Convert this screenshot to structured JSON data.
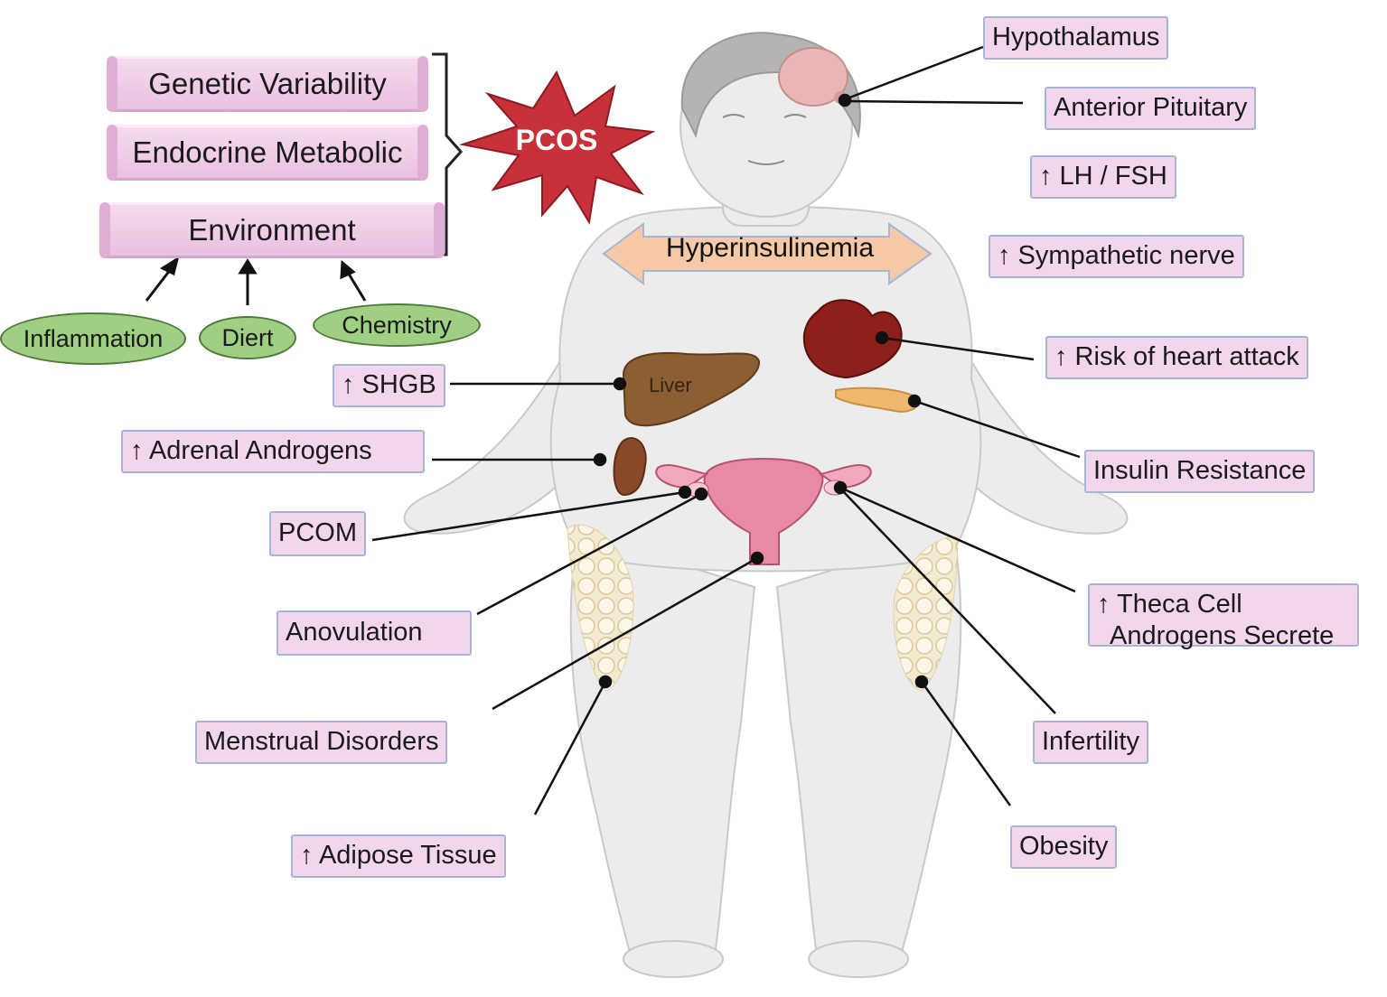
{
  "factors": {
    "genetic": "Genetic Variability",
    "endocrine": "Endocrine Metabolic",
    "environment": "Environment",
    "center": "PCOS"
  },
  "influences": {
    "inflammation": "Inflammation",
    "diet": "Diert",
    "chemistry": "Chemistry"
  },
  "body": {
    "hyperinsulinemia": "Hyperinsulinemia",
    "liver": "Liver"
  },
  "labels_right": {
    "hypothalamus": "Hypothalamus",
    "anterior_pituitary": "Anterior Pituitary",
    "lh_fsh": "↑ LH / FSH",
    "sympathetic": "↑ Sympathetic nerve",
    "heart": "↑ Risk of heart attack",
    "insulin": "Insulin  Resistance",
    "theca_line1": "↑  Theca Cell",
    "theca_line2": "Androgens Secrete",
    "infertility": "Infertility",
    "obesity": "Obesity"
  },
  "labels_left": {
    "shgb": "↑  SHGB",
    "adrenal": "↑  Adrenal Androgens",
    "pcom": "PCOM",
    "anovulation": "Anovulation",
    "menstrual": "Menstrual Disorders",
    "adipose": "↑  Adipose Tissue"
  },
  "colors": {
    "label_fill": "#f2d6ec",
    "label_border": "#a9b4d4",
    "star": "#c8313a",
    "oval_fill": "#9ecf83",
    "arrow_fill": "#f5c9a5",
    "body_fill": "#ececec"
  }
}
